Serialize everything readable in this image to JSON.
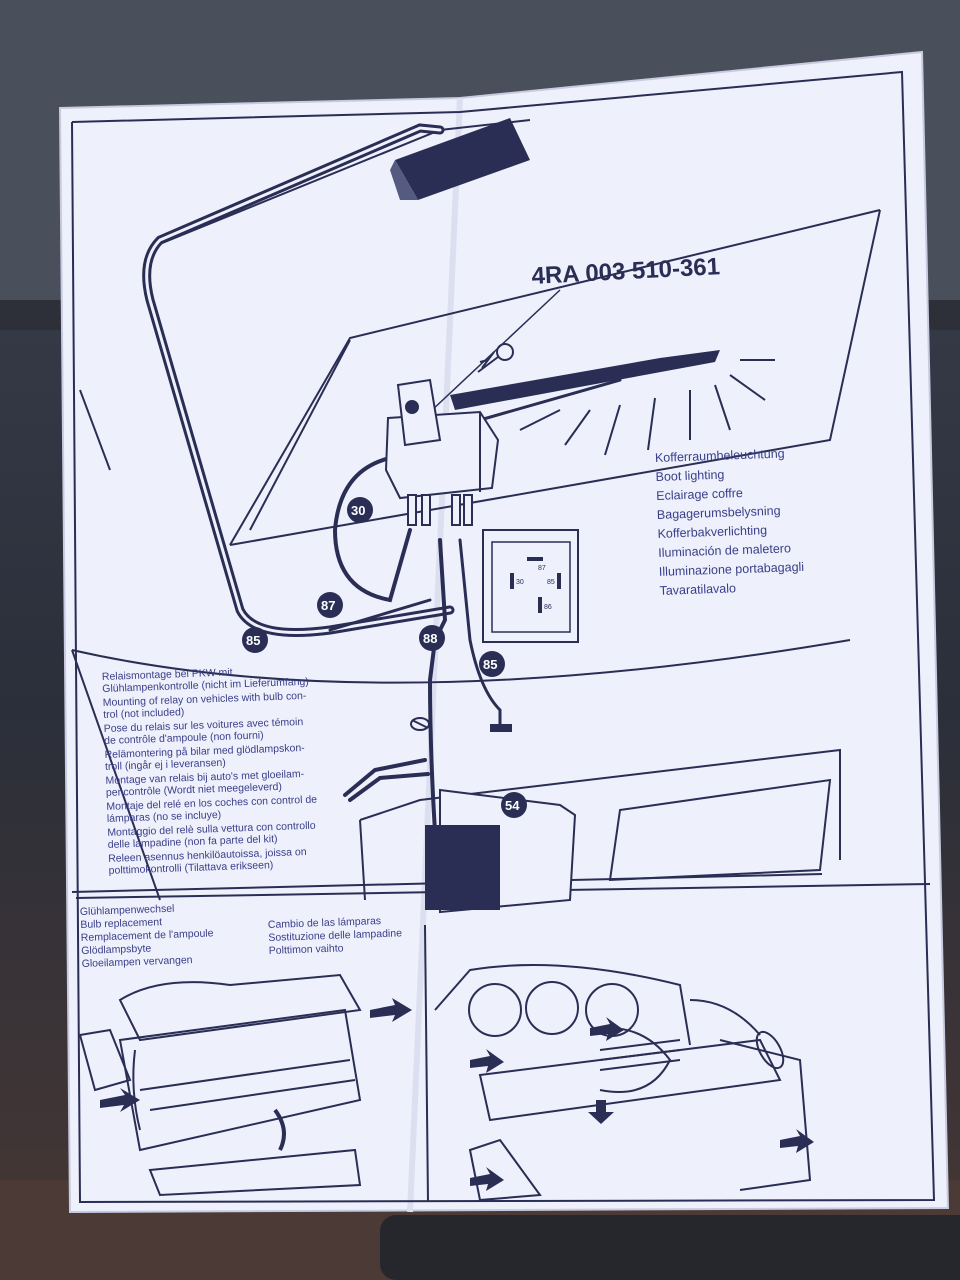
{
  "part_number": "4RA 003 510-361",
  "boot_lighting_labels": [
    "Kofferraumbeleuchtung",
    "Boot lighting",
    "Eclairage coffre",
    "Bagagerumsbelysning",
    "Kofferbakverlichting",
    "Iluminación de maletero",
    "Illuminazione portabagagli",
    "Tavaratilavalo"
  ],
  "relay_notes": [
    "Relaismontage bei PKW mit",
    "Glühlampenkontrolle (nicht im Lieferumfang)",
    "Mounting of relay on vehicles with bulb con-",
    "trol (not included)",
    "Pose du relais sur les voitures avec témoin",
    "de contrôle d'ampoule (non fourni)",
    "Relämontering på bilar med glödlampskon-",
    "troll (ingår ej i leveransen)",
    "Montage van relais bij auto's met gloeilam-",
    "pencontrôle (Wordt niet meegeleverd)",
    "Montaje del relé en los coches con control de",
    "lámparas (no se incluye)",
    "Montaggio del relè sulla vettura con controllo",
    "delle lampadine (non fa parte del kit)",
    "Releen asennus henkilöautoissa, joissa on",
    "polttimokontrolli (Tilattava erikseen)"
  ],
  "terminals": {
    "t30": "30",
    "t87": "87",
    "t85_left": "85",
    "t88": "88",
    "t85_right": "85",
    "t54": "54"
  },
  "relay_pins": [
    "30",
    "87",
    "85",
    "86"
  ],
  "bulb_replacement_labels": [
    "Glühlampenwechsel",
    "Bulb replacement",
    "Remplacement de l'ampoule",
    "Glödlampsbyte",
    "Gloeilampen vervangen"
  ],
  "bulb_replacement_labels_2": [
    "Cambio de las lámparas",
    "Sostituzione delle lampadine",
    "Polttimon vaihto"
  ],
  "colors": {
    "paper": "#eef0fb",
    "ink": "#2a2e55",
    "text_blue": "#3a3f8a",
    "background": "#353946"
  }
}
